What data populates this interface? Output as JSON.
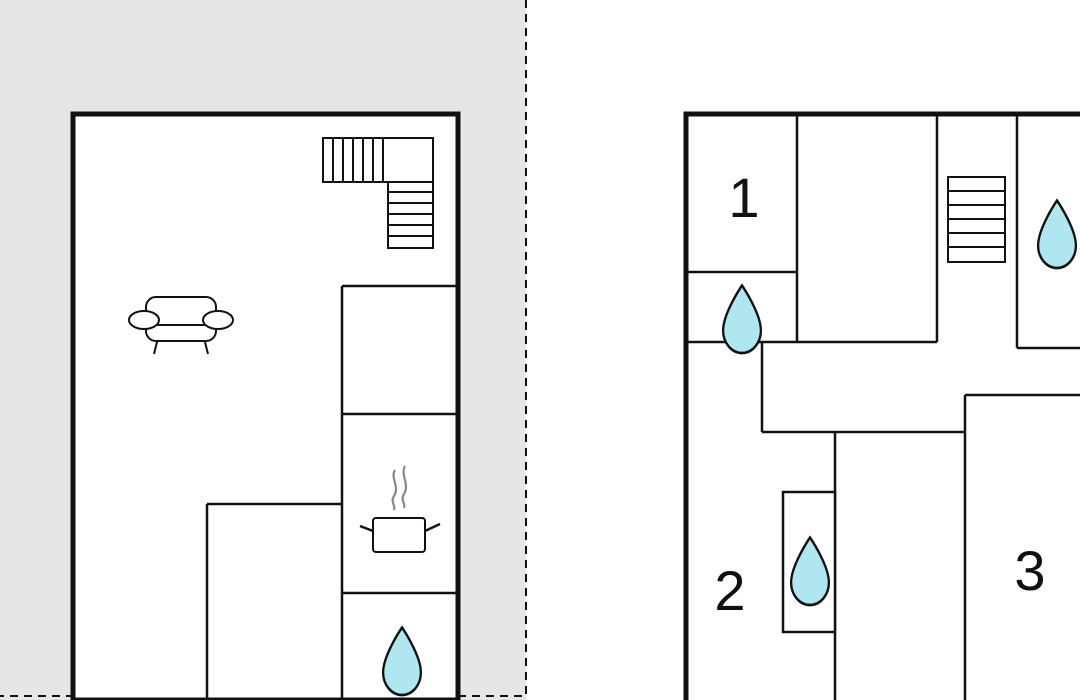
{
  "colors": {
    "wall": "#111111",
    "terrace": "#e6e6e6",
    "water_drop": "#aee7ef",
    "steam": "#888888"
  },
  "icons": {
    "living": "sofa-icon",
    "kitchen": "cooking-pot-icon",
    "bathroom": "water-drop-icon",
    "stairs": "stairs-icon"
  },
  "rooms": {
    "bedroom_1": "1",
    "bedroom_2": "2",
    "bedroom_3": "3"
  }
}
